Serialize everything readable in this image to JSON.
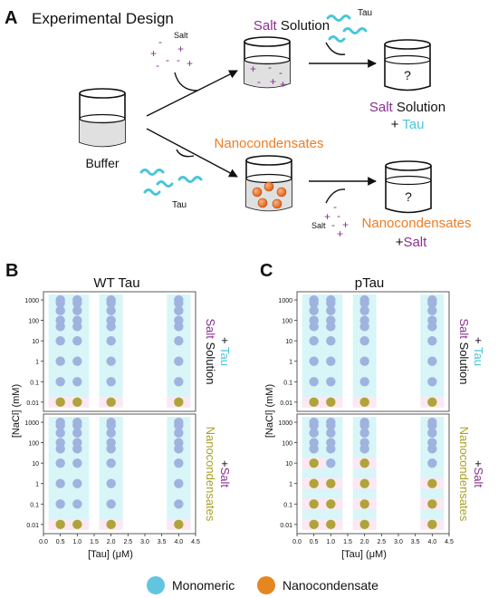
{
  "colors": {
    "purple": "#8b2f91",
    "cyan": "#48c6d8",
    "orange": "#ee7d23",
    "olive": "#a8a12a",
    "dot_blue": "#9fb3de",
    "dot_gold": "#b0a33a",
    "cyan_band": "#d8f5f8",
    "pink_band": "#fbe8f3",
    "liquid": "#e0e0e0"
  },
  "panel_a": {
    "letter": "A",
    "title": "Experimental Design",
    "buffer_label": "Buffer",
    "salt_solution": {
      "part1": "Salt",
      "part2": " Solution"
    },
    "nanocondensates_label": "Nanocondensates",
    "salt_small_label": "Salt",
    "tau_small_label": "Tau",
    "question_mark": "?",
    "outcome_top": {
      "line1_a": "Salt",
      "line1_b": " Solution",
      "line2_a": "+ ",
      "line2_b": "Tau"
    },
    "outcome_bottom": {
      "line1": "Nanocondensates",
      "line2_a": "+",
      "line2_b": "Salt"
    }
  },
  "panel_b": {
    "letter": "B",
    "title": "WT Tau"
  },
  "panel_c": {
    "letter": "C",
    "title": "pTau"
  },
  "axes": {
    "ylabel": "[NaCl] (mM)",
    "xlabel": "[Tau] (μM)",
    "xticks": [
      "0.0",
      "0.5",
      "1.0",
      "1.5",
      "2.0",
      "2.5",
      "3.0",
      "3.5",
      "4.0",
      "4.5"
    ],
    "yticks": [
      "1000",
      "100",
      "10",
      "1",
      "0.1",
      "0.01"
    ]
  },
  "side_labels": {
    "top": {
      "line1_a": "Salt",
      "line1_b": " Solution",
      "line2_a": "+ ",
      "line2_b": "Tau"
    },
    "bottom": {
      "line1": "Nanocondensates",
      "line2_a": "+",
      "line2_b": "Salt"
    }
  },
  "legend": {
    "monomeric": "Monomeric",
    "nanocondensate": "Nanocondensate"
  },
  "chart_data": [
    {
      "type": "scatter",
      "title": "WT Tau",
      "subpanel": "Salt Solution + Tau",
      "x_categories": [
        0.5,
        1.0,
        2.0,
        4.0
      ],
      "y_levels_mM": [
        1000,
        700,
        300,
        100,
        50,
        10,
        1,
        0.1,
        0.01
      ],
      "states": [
        [
          "M",
          "M",
          "M",
          "M"
        ],
        [
          "M",
          "M",
          "M",
          "M"
        ],
        [
          "M",
          "M",
          "M",
          "M"
        ],
        [
          "M",
          "M",
          "M",
          "M"
        ],
        [
          "M",
          "M",
          "M",
          "M"
        ],
        [
          "M",
          "M",
          "M",
          "M"
        ],
        [
          "M",
          "M",
          "M",
          "M"
        ],
        [
          "M",
          "M",
          "M",
          "M"
        ],
        [
          "N",
          "N",
          "N",
          "N"
        ]
      ]
    },
    {
      "type": "scatter",
      "title": "WT Tau",
      "subpanel": "Nanocondensates + Salt",
      "x_categories": [
        0.5,
        1.0,
        2.0,
        4.0
      ],
      "y_levels_mM": [
        1000,
        700,
        300,
        100,
        50,
        10,
        1,
        0.1,
        0.01
      ],
      "states": [
        [
          "M",
          "M",
          "M",
          "M"
        ],
        [
          "M",
          "M",
          "M",
          "M"
        ],
        [
          "M",
          "M",
          "M",
          "M"
        ],
        [
          "M",
          "M",
          "M",
          "M"
        ],
        [
          "M",
          "M",
          "M",
          "M"
        ],
        [
          "M",
          "M",
          "M",
          "M"
        ],
        [
          "M",
          "M",
          "M",
          "M"
        ],
        [
          "M",
          "M",
          "M",
          "M"
        ],
        [
          "N",
          "N",
          "N",
          "N"
        ]
      ]
    },
    {
      "type": "scatter",
      "title": "pTau",
      "subpanel": "Salt Solution + Tau",
      "x_categories": [
        0.5,
        1.0,
        2.0,
        4.0
      ],
      "y_levels_mM": [
        1000,
        700,
        300,
        100,
        50,
        10,
        1,
        0.1,
        0.01
      ],
      "states": [
        [
          "M",
          "M",
          "M",
          "M"
        ],
        [
          "M",
          "M",
          "M",
          "M"
        ],
        [
          "M",
          "M",
          "M",
          "M"
        ],
        [
          "M",
          "M",
          "M",
          "M"
        ],
        [
          "M",
          "M",
          "M",
          "M"
        ],
        [
          "M",
          "M",
          "M",
          "M"
        ],
        [
          "M",
          "M",
          "M",
          "M"
        ],
        [
          "M",
          "M",
          "M",
          "M"
        ],
        [
          "N",
          "N",
          "N",
          "N"
        ]
      ]
    },
    {
      "type": "scatter",
      "title": "pTau",
      "subpanel": "Nanocondensates + Salt",
      "x_categories": [
        0.5,
        1.0,
        2.0,
        4.0
      ],
      "y_levels_mM": [
        1000,
        700,
        300,
        100,
        50,
        10,
        1,
        0.1,
        0.01
      ],
      "states": [
        [
          "M",
          "M",
          "M",
          "M"
        ],
        [
          "M",
          "M",
          "M",
          "M"
        ],
        [
          "M",
          "M",
          "M",
          "M"
        ],
        [
          "M",
          "M",
          "M",
          "M"
        ],
        [
          "M",
          "M",
          "M",
          "M"
        ],
        [
          "N",
          "M",
          "N",
          "M"
        ],
        [
          "N",
          "N",
          "N",
          "N"
        ],
        [
          "N",
          "N",
          "N",
          "N"
        ],
        [
          "N",
          "N",
          "N",
          "N"
        ]
      ]
    }
  ]
}
